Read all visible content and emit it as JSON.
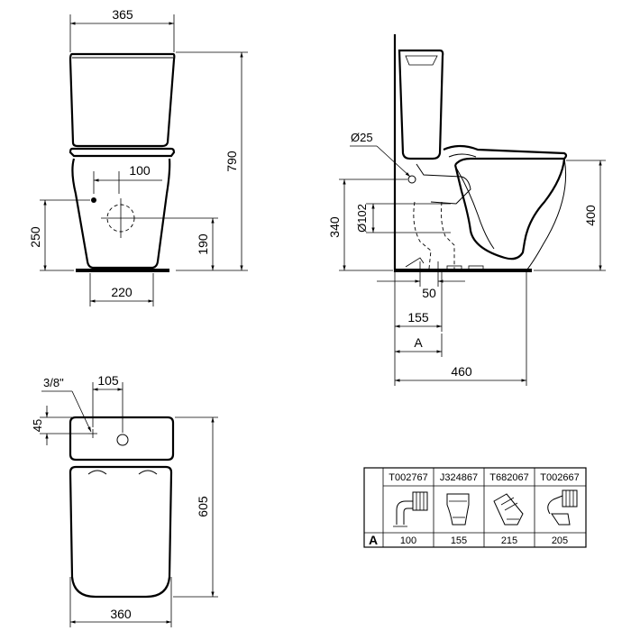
{
  "front_view": {
    "width_top": "365",
    "height_total": "790",
    "inlet_offset": "100",
    "inlet_height": "250",
    "outlet_height": "190",
    "base_width": "220"
  },
  "side_view": {
    "diameter_inlet": "Ø25",
    "diameter_outlet": "Ø102",
    "outlet_center_height": "340",
    "rim_height": "400",
    "offset_50": "50",
    "offset_155": "155",
    "offset_a": "A",
    "depth_total": "460"
  },
  "top_view": {
    "thread": "3/8\"",
    "inlet_offset_x": "105",
    "inlet_offset_y": "45",
    "depth": "605",
    "width": "360"
  },
  "connector_table": {
    "row_label": "A",
    "items": [
      {
        "code": "T002767",
        "value": "100"
      },
      {
        "code": "J324867",
        "value": "155"
      },
      {
        "code": "T682067",
        "value": "215"
      },
      {
        "code": "T002667",
        "value": "205"
      }
    ]
  }
}
